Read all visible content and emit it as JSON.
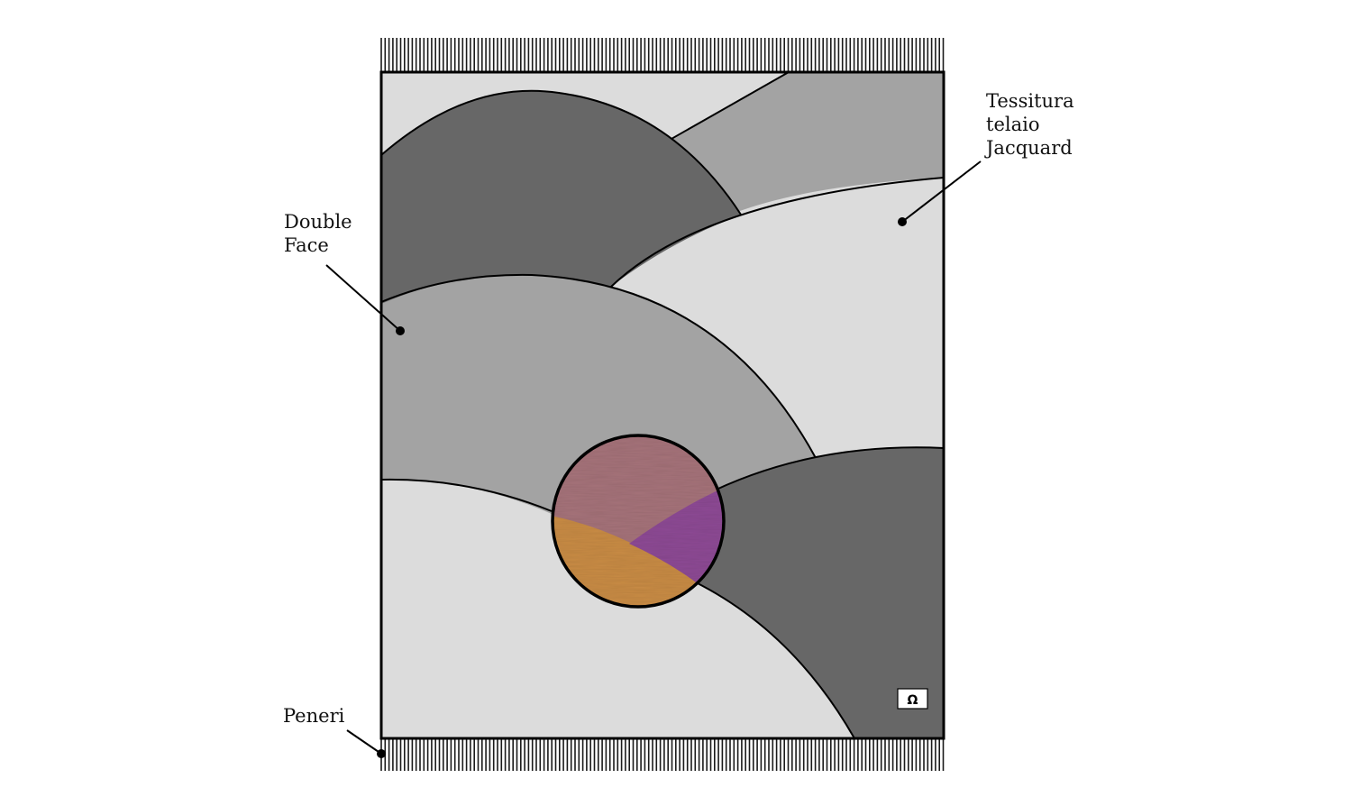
{
  "annotations": {
    "jacquard": [
      "Tessitura",
      "telaio",
      "Jacquard"
    ],
    "double_face": [
      "Double",
      "Face"
    ],
    "fringe": "Peneri"
  },
  "label_icon": "omega-icon",
  "colors": {
    "light_gray": "#dcdcdc",
    "mid_gray": "#a3a3a3",
    "dark_gray": "#676767",
    "border": "#000000",
    "swatch_mauve": "#a6737a",
    "swatch_purple": "#8e4a95",
    "swatch_orange": "#c98c45"
  }
}
